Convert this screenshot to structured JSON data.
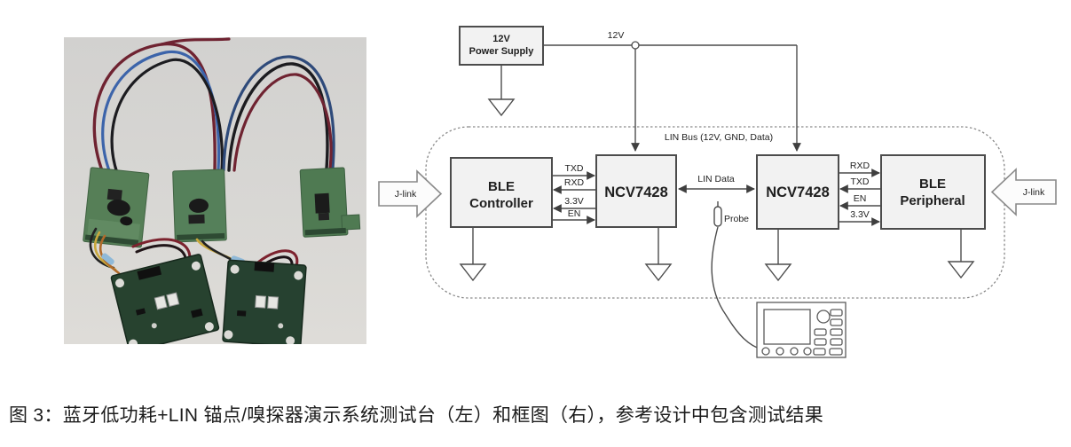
{
  "caption": "图 3：蓝牙低功耗+LIN 锚点/嗅探器演示系统测试台（左）和框图（右），参考设计中包含测试结果",
  "colors": {
    "box_fill": "#f2f2f2",
    "box_border": "#4c4c4c",
    "line": "#4c4c4c",
    "dashed_border": "#8a8a8a",
    "text": "#1f1f1f",
    "pcb_green": "#55805a",
    "devboard_green": "#27422f",
    "wire_red": "#6f2331",
    "wire_blue": "#3c64aa",
    "wire_black": "#1c1c20"
  },
  "diagram": {
    "power_supply": {
      "line1": "12V",
      "line2": "Power Supply"
    },
    "rail_label": "12V",
    "bus_label": "LIN Bus (12V, GND, Data)",
    "blocks": {
      "ble_controller": {
        "line1": "BLE",
        "line2": "Controller"
      },
      "ncv_left": {
        "label": "NCV7428"
      },
      "ncv_right": {
        "label": "NCV7428"
      },
      "ble_peripheral": {
        "line1": "BLE",
        "line2": "Peripheral"
      }
    },
    "jlink_left": {
      "label": "J-link"
    },
    "jlink_right": {
      "label": "J-link"
    },
    "lin_data_label": "LIN Data",
    "probe_label": "Probe",
    "signals_left": [
      "TXD",
      "RXD",
      "3.3V",
      "EN"
    ],
    "signals_right": [
      "RXD",
      "TXD",
      "EN",
      "3.3V"
    ]
  }
}
